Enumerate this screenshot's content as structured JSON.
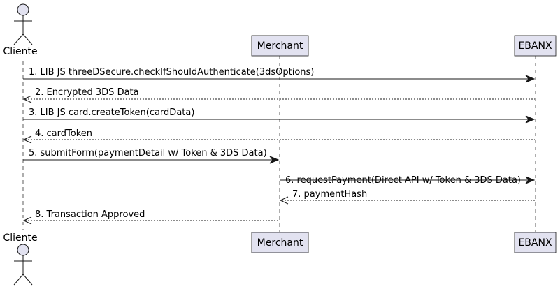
{
  "participants": {
    "cliente": {
      "name": "Cliente",
      "kind": "actor"
    },
    "merchant": {
      "name": "Merchant",
      "kind": "participant"
    },
    "ebanx": {
      "name": "EBANX",
      "kind": "participant"
    }
  },
  "messages": [
    {
      "from": "cliente",
      "to": "ebanx",
      "text": "1. LIB JS threeDSecure.checkIfShouldAuthenticate(3dsOptions)",
      "style": "solid"
    },
    {
      "from": "ebanx",
      "to": "cliente",
      "text": "2. Encrypted 3DS Data",
      "style": "dashed"
    },
    {
      "from": "cliente",
      "to": "ebanx",
      "text": "3. LIB JS card.createToken(cardData)",
      "style": "solid"
    },
    {
      "from": "ebanx",
      "to": "cliente",
      "text": "4. cardToken",
      "style": "dashed"
    },
    {
      "from": "cliente",
      "to": "merchant",
      "text": "5. submitForm(paymentDetail w/ Token & 3DS Data)",
      "style": "solid"
    },
    {
      "from": "merchant",
      "to": "ebanx",
      "text": "6. requestPayment(Direct API w/ Token & 3DS Data)",
      "style": "solid"
    },
    {
      "from": "ebanx",
      "to": "merchant",
      "text": "7. paymentHash",
      "style": "dashed"
    },
    {
      "from": "merchant",
      "to": "cliente",
      "text": "8. Transaction Approved",
      "style": "dashed"
    }
  ],
  "colors": {
    "participant_fill": "#E2E2F0",
    "stroke": "#181818"
  }
}
